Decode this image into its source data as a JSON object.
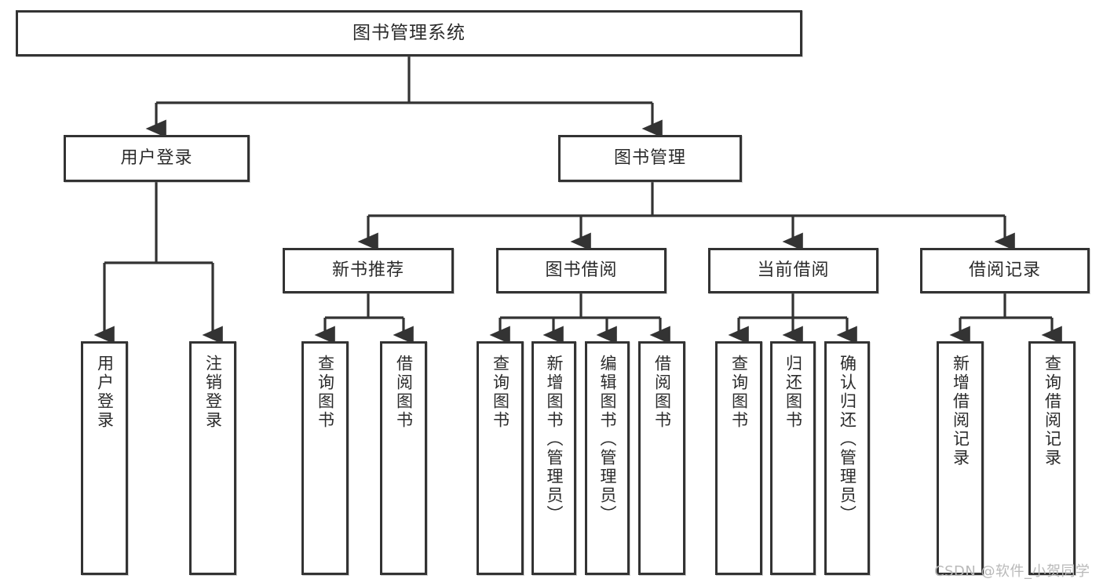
{
  "diagram": {
    "title": "图书管理系统",
    "watermark": "CSDN @软件_小贺同学",
    "stroke_color": "#333333",
    "text_color": "#2b2b2b",
    "background_color": "#ffffff",
    "root": {
      "label": "图书管理系统"
    },
    "level2": [
      {
        "label": "用户登录"
      },
      {
        "label": "图书管理"
      }
    ],
    "level3": [
      {
        "label": "新书推荐"
      },
      {
        "label": "图书借阅"
      },
      {
        "label": "当前借阅"
      },
      {
        "label": "借阅记录"
      }
    ],
    "leaves": {
      "user_login": [
        {
          "label": "用户登录"
        },
        {
          "label": "注销登录"
        }
      ],
      "new_book_recommend": [
        {
          "label": "查询图书"
        },
        {
          "label": "借阅图书"
        }
      ],
      "book_borrow": [
        {
          "label": "查询图书"
        },
        {
          "label": "新增图书（管理员）"
        },
        {
          "label": "编辑图书（管理员）"
        },
        {
          "label": "借阅图书"
        }
      ],
      "current_borrow": [
        {
          "label": "查询图书"
        },
        {
          "label": "归还图书"
        },
        {
          "label": "确认归还（管理员）"
        }
      ],
      "borrow_record": [
        {
          "label": "新增借阅记录"
        },
        {
          "label": "查询借阅记录"
        }
      ]
    }
  }
}
